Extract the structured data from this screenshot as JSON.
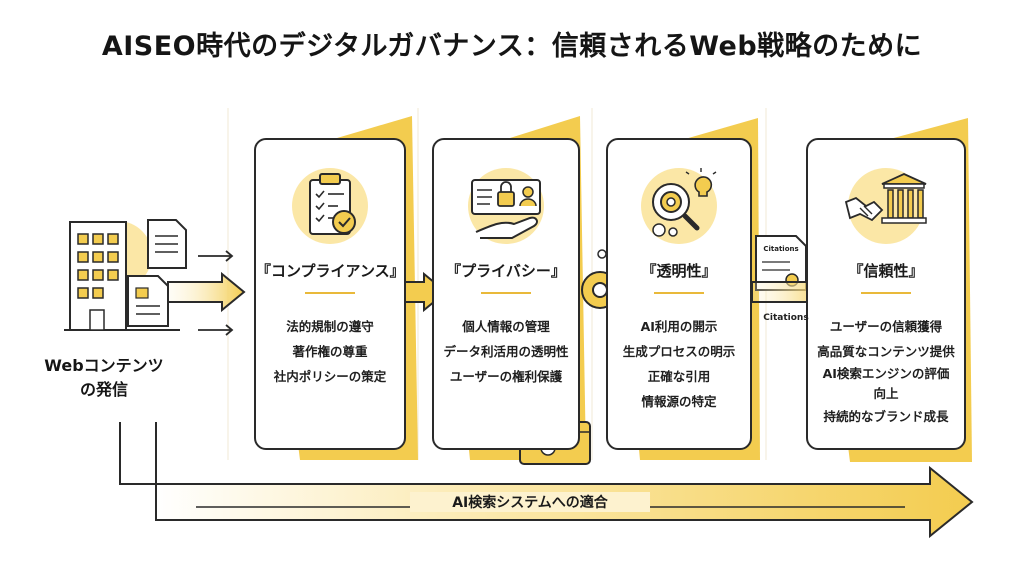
{
  "title": "AISEO時代のデジタルガバナンス：信頼されるWeb戦略のために",
  "left": {
    "label_line1": "Webコンテンツ",
    "label_line2": "の発信"
  },
  "cards": [
    {
      "title": "『コンプライアンス』",
      "items": [
        "法的規制の遵守",
        "著作権の尊重",
        "社内ポリシーの策定"
      ],
      "icon": "clipboard-check-icon"
    },
    {
      "title": "『プライバシー』",
      "items": [
        "個人情報の管理",
        "データ利活用の透明性",
        "ユーザーの権利保護"
      ],
      "icon": "id-lock-hand-icon"
    },
    {
      "title": "『透明性』",
      "items": [
        "AI利用の開示",
        "生成プロセスの明示",
        "正確な引用",
        "情報源の特定"
      ],
      "icon": "gear-magnifier-icon"
    },
    {
      "title": "『信頼性』",
      "items": [
        "ユーザーの信頼獲得",
        "高品質なコンテンツ提供",
        "AI検索エンジンの評価",
        "向上",
        "持続的なブランド成長"
      ],
      "icon": "handshake-bank-icon"
    }
  ],
  "citations_doc": "Citations",
  "citations_label": "Citations",
  "bottom_label": "AI検索システムへの適合",
  "colors": {
    "accent": "#f3cc4f",
    "accent_light": "#fbe7a6",
    "outline": "#2a2a2a"
  }
}
